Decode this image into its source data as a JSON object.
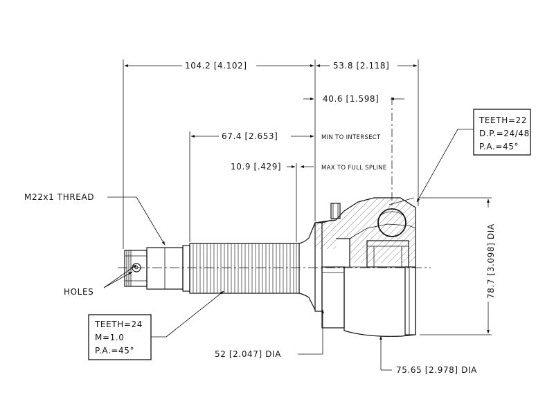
{
  "dimensions": {
    "overall_length": "104.2 [4.102]",
    "outer_length": "53.8 [2.118]",
    "ball_center": "40.6 [1.598]",
    "intersect_length": "67.4 [2.653]",
    "intersect_note": "MIN TO INTERSECT",
    "spline_length": "10.9 [.429]",
    "spline_note": "MAX TO FULL SPLINE",
    "outer_dia": "78.7 [3.098] DIA",
    "seal_dia": "52 [2.047] DIA",
    "bell_dia": "75.65 [2.978] DIA"
  },
  "labels": {
    "thread": "M22x1 THREAD",
    "holes": "HOLES"
  },
  "inner_spline": {
    "teeth": "TEETH=22",
    "pitch": "D.P.=24/48",
    "pressure_angle": "P.A.=45°"
  },
  "outer_spline": {
    "teeth": "TEETH=24",
    "module": "M=1.0",
    "pressure_angle": "P.A.=45°"
  }
}
